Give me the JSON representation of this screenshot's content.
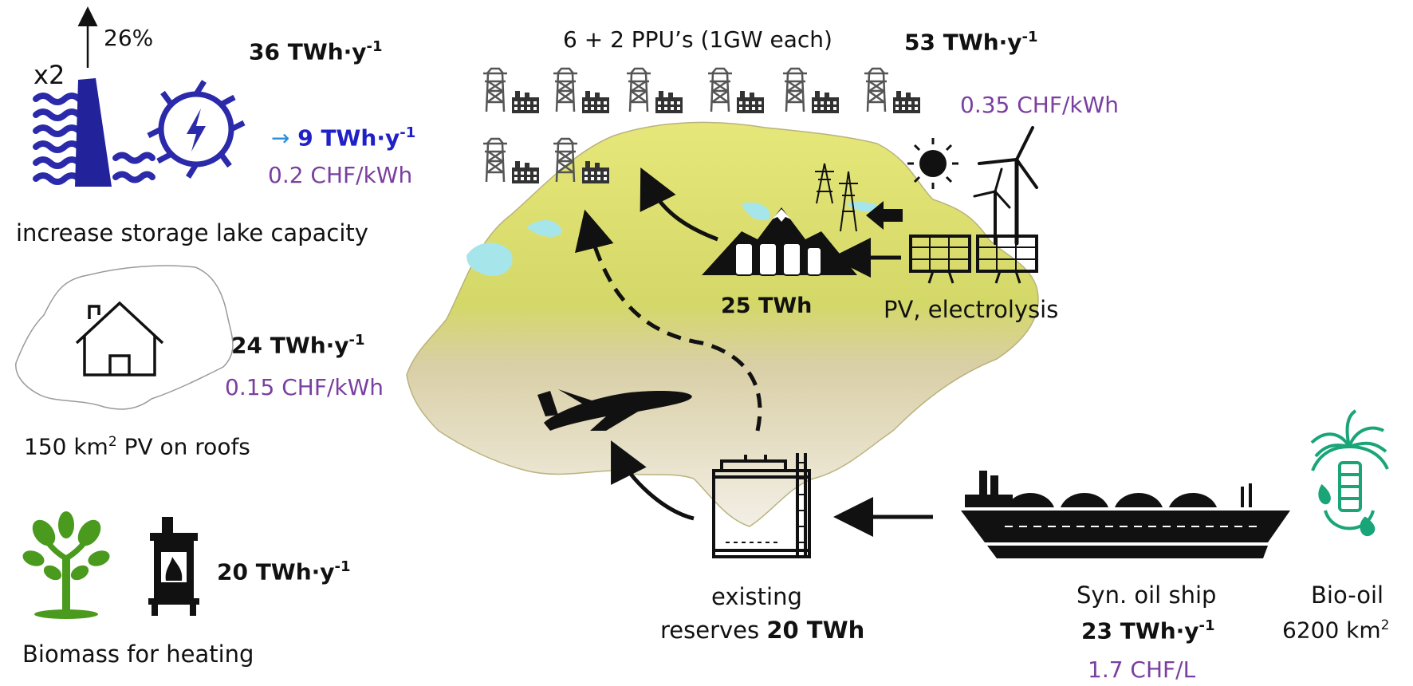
{
  "colors": {
    "purple": "#7a3fa0",
    "blue": "#2020c8",
    "arrow_blue": "#2a8fd8",
    "green": "#4a9a1e",
    "map_green": "#d8de6a",
    "ink": "#111111",
    "teal": "#1aa579"
  },
  "hydro": {
    "factor": "x2",
    "percent": "26%",
    "energy": "36 TWh·y",
    "energy_sup": "-1",
    "arrow": "→",
    "extra_energy": "9 TWh·y",
    "extra_energy_sup": "-1",
    "cost": "0.2 CHF/kWh",
    "caption": "increase storage lake capacity",
    "icons": [
      "waves-icon",
      "dam-icon",
      "hydro-turbine-icon"
    ]
  },
  "rooftop_pv": {
    "energy": "24 TWh·y",
    "energy_sup": "-1",
    "cost": "0.15 CHF/kWh",
    "caption_pre": "150 km",
    "caption_sup": "2",
    "caption_post": " PV on roofs",
    "icons": [
      "switzerland-outline-icon",
      "house-icon"
    ]
  },
  "biomass": {
    "energy": "20 TWh·y",
    "energy_sup": "-1",
    "caption": "Biomass for heating",
    "icons": [
      "tree-icon",
      "stove-icon"
    ]
  },
  "ppu": {
    "label": "6 + 2 PPU’s (1GW each)",
    "energy": "53 TWh·y",
    "energy_sup": "-1",
    "cost": "0.35 CHF/kWh",
    "count": 8,
    "icons": [
      "power-plant-icon"
    ]
  },
  "storage": {
    "energy": "25 TWh",
    "icons": [
      "mountain-storage-icon"
    ]
  },
  "renewables": {
    "caption": "PV, electrolysis",
    "icons": [
      "sun-icon",
      "wind-turbine-icon",
      "solar-panel-icon",
      "pylon-icon"
    ]
  },
  "reserves": {
    "line1": "existing",
    "line2_pre": "reserves ",
    "line2_bold": "20 TWh",
    "icons": [
      "tank-icon",
      "airplane-icon"
    ]
  },
  "ship": {
    "caption": "Syn. oil ship",
    "energy": "23 TWh·y",
    "energy_sup": "-1",
    "cost": "1.7 CHF/L",
    "icons": [
      "ship-icon"
    ]
  },
  "bio_oil": {
    "caption": "Bio-oil",
    "area_pre": "6200 km",
    "area_sup": "2",
    "icons": [
      "palm-oil-icon"
    ]
  }
}
